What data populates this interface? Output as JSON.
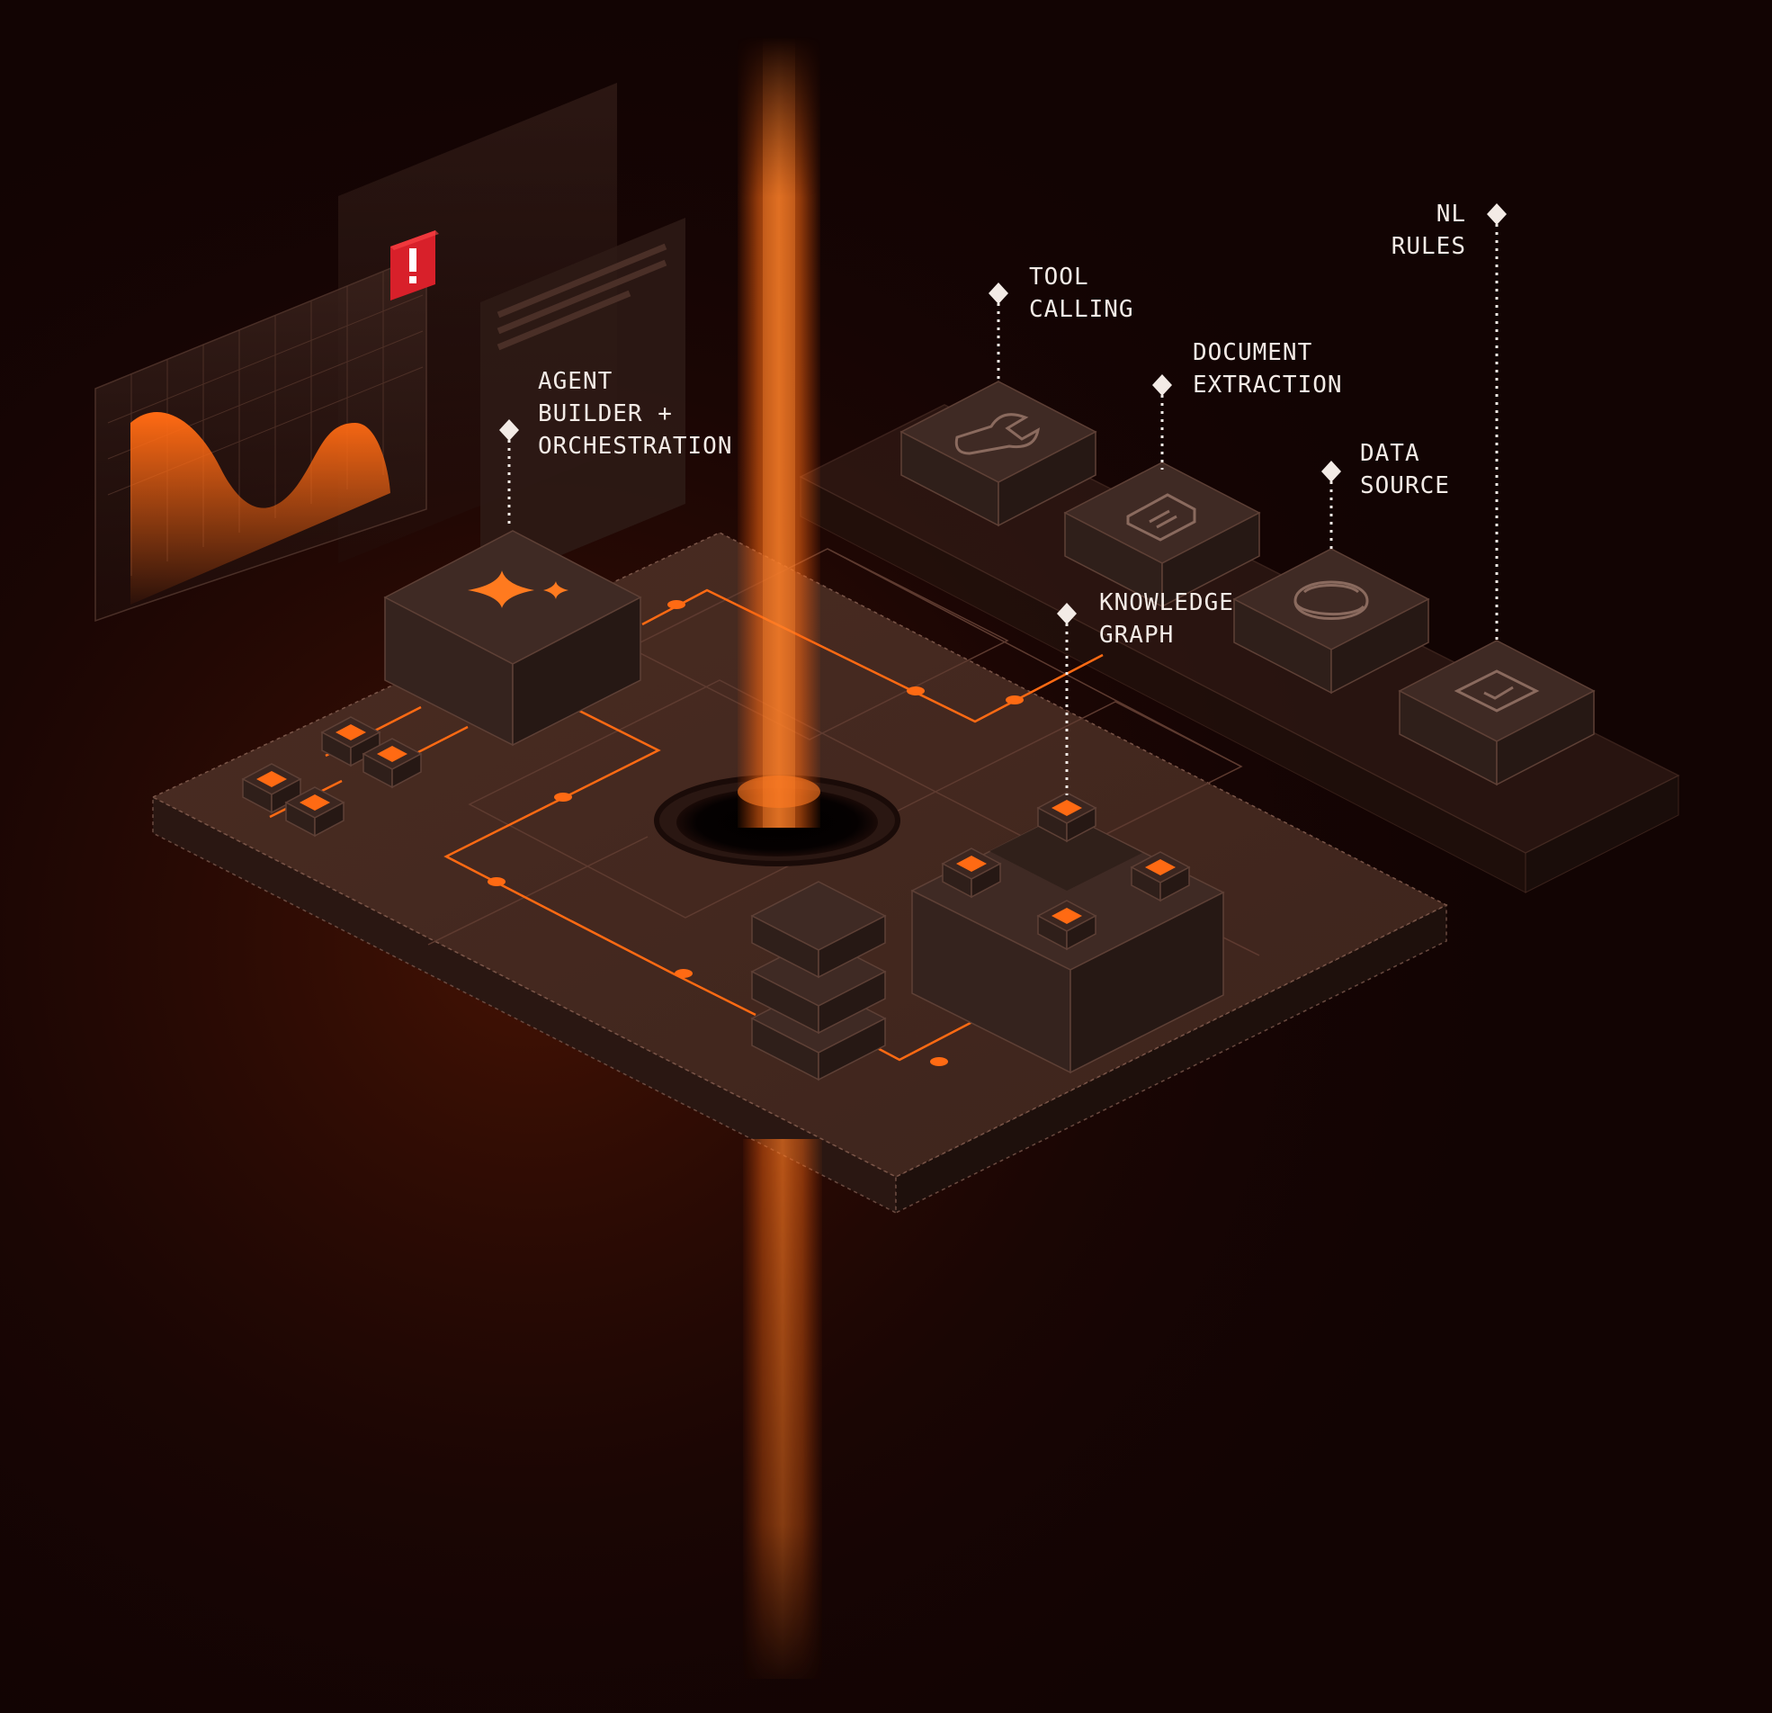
{
  "colors": {
    "background": "#120403",
    "accent": "#ff6a13",
    "platform_top": "#4a2c22",
    "platform_side": "#2c1813",
    "block_top": "#3f2a24",
    "block_left": "#2f1f1a",
    "block_right": "#261814",
    "label": "#f3ebe6",
    "alert": "#d8202a"
  },
  "labels": {
    "agent": {
      "line1": "AGENT",
      "line2": "BUILDER +",
      "line3": "ORCHESTRATION"
    },
    "tool": {
      "line1": "TOOL",
      "line2": "CALLING"
    },
    "document": {
      "line1": "DOCUMENT",
      "line2": "EXTRACTION"
    },
    "data": {
      "line1": "DATA",
      "line2": "SOURCE"
    },
    "knowledge": {
      "line1": "KNOWLEDGE",
      "line2": "GRAPH"
    },
    "nl": {
      "line1": "NL",
      "line2": "RULES"
    }
  },
  "icons": {
    "agent_block": "sparkle-icon",
    "tool_block": "wrench-icon",
    "document_block": "document-icon",
    "data_block": "database-icon",
    "rules_block": "checkmark-icon",
    "alert": "exclamation-icon"
  }
}
